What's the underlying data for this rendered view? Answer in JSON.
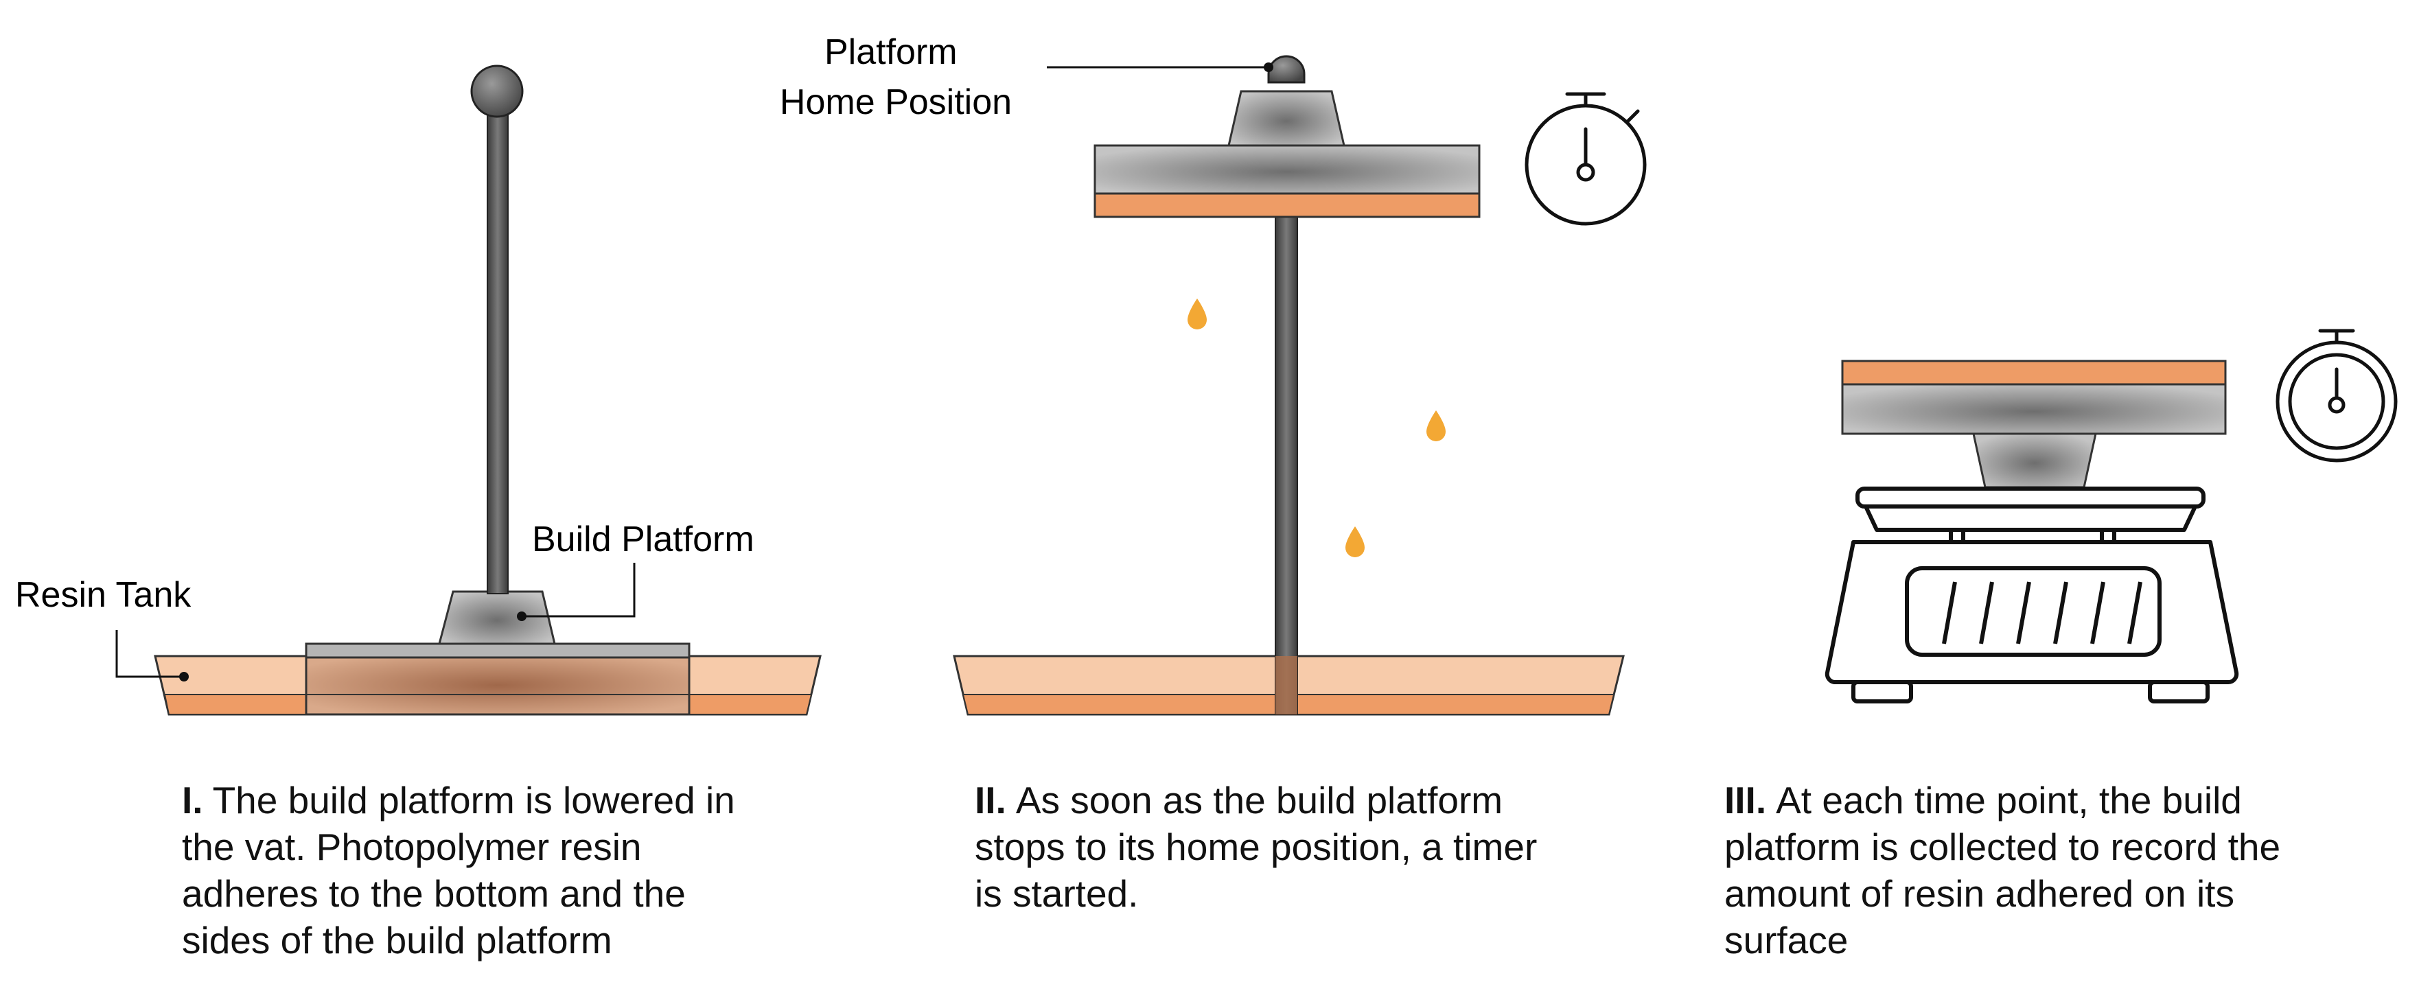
{
  "labels": {
    "resin_tank": "Resin Tank",
    "build_platform": "Build Platform",
    "platform_home": [
      "Platform",
      "Home Position"
    ]
  },
  "captions": {
    "step1": {
      "numeral": "I.",
      "lines": [
        "The build platform is lowered in",
        "the vat. Photopolymer resin",
        "adheres to the bottom and the",
        "sides of the build platform"
      ]
    },
    "step2": {
      "numeral": "II.",
      "lines": [
        "As soon as the build platform",
        "stops to its home position, a timer",
        "is started."
      ]
    },
    "step3": {
      "numeral": "III.",
      "lines": [
        "At each time point, the build",
        "platform is collected to record the",
        "amount of resin adhered on its",
        "surface"
      ]
    }
  },
  "colors": {
    "resin_light": "#f7cbaa",
    "resin_dark": "#ee9c66",
    "metal": "#a3a3a3",
    "metal_dark": "#6b6b6b",
    "shaft": "#555555",
    "drop": "#f3a834",
    "outline": "#222222"
  },
  "icons": [
    "stopwatch-icon",
    "stopwatch-icon",
    "kitchen-scale-icon",
    "resin-drop-icon"
  ]
}
